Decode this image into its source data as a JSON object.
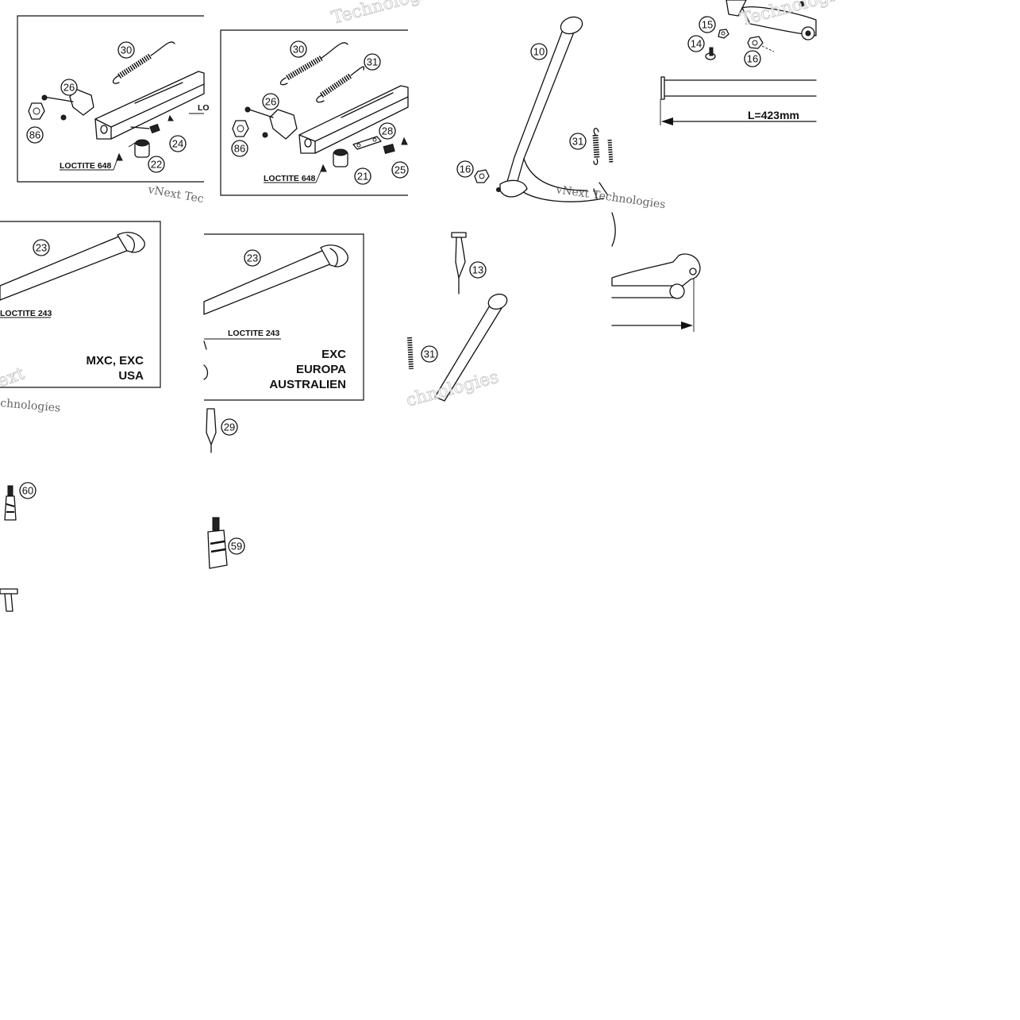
{
  "labels": {
    "loctite648_a": "LOCTITE 648",
    "loctite648_b": "LOCTITE 648",
    "loctite243_a": "LOCTITE 243",
    "loctite243_b": "LOCTITE 243",
    "length": "L=423mm",
    "variant_a_line1": "MXC, EXC",
    "variant_a_line2": "USA",
    "variant_b_line1": "EXC",
    "variant_b_line2": "EUROPA",
    "variant_b_line3": "AUSTRALIEN",
    "partial_lo": "LO"
  },
  "watermark": {
    "brand_a": "vNext Tec",
    "brand_b": "vNext Technologies",
    "brand_c": "Technologies",
    "brand_d": "ext",
    "brand_e": "chnologies"
  },
  "callouts": [
    "30",
    "26",
    "86",
    "24",
    "22",
    "31",
    "28",
    "21",
    "25",
    "10",
    "16",
    "15",
    "14",
    "23",
    "13",
    "29",
    "60",
    "59"
  ]
}
